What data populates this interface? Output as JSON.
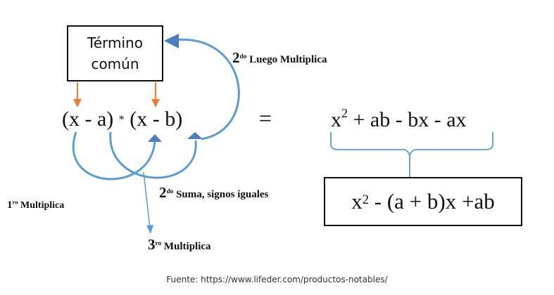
{
  "box": {
    "line1": "Término",
    "line2": "común"
  },
  "left_expr": {
    "factor1": "(x - a)",
    "times": "*",
    "factor2": "(x - b)"
  },
  "equals": "=",
  "right_expr": {
    "x": "x",
    "sq": "2",
    "rest": "+ ab - bx - ax"
  },
  "result": {
    "x": "x",
    "sq": "2",
    "rest": "- (a + b)x +ab"
  },
  "labels": {
    "first": {
      "num": "1",
      "sup": "ro",
      "text": "Multiplica"
    },
    "second_top": {
      "num": "2",
      "sup": "do",
      "text": "Luego Multiplica"
    },
    "second_bottom": {
      "num": "2",
      "sup": "do",
      "text": "Suma, signos iguales"
    },
    "third": {
      "num": "3",
      "sup": "ro",
      "text": "Multiplica"
    }
  },
  "source": "Fuente: https://www.lifeder.com/productos-notables/",
  "colors": {
    "arc_blue": "#5b9bd5",
    "arrow_head": "#4a7ec0",
    "orange": "#ed7d31",
    "text": "#111111"
  }
}
